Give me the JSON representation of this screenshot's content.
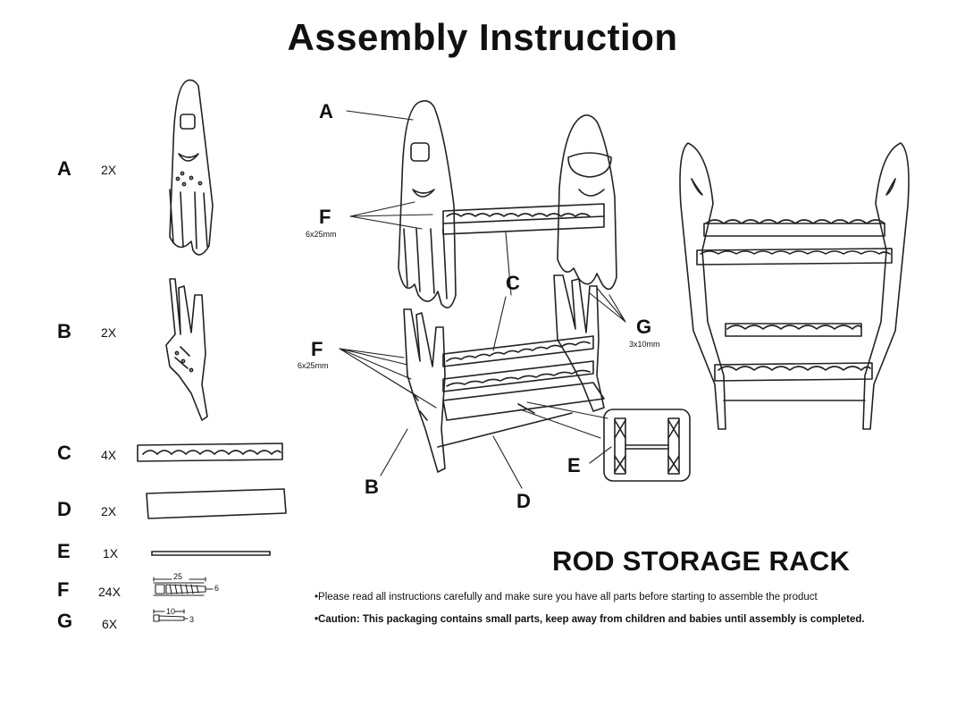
{
  "title": "Assembly Instruction",
  "parts": [
    {
      "letter": "A",
      "qty": "2X"
    },
    {
      "letter": "B",
      "qty": "2X"
    },
    {
      "letter": "C",
      "qty": "4X"
    },
    {
      "letter": "D",
      "qty": "2X"
    },
    {
      "letter": "E",
      "qty": "1X"
    },
    {
      "letter": "F",
      "qty": "24X",
      "dim_length": "25",
      "dim_dia": "6"
    },
    {
      "letter": "G",
      "qty": "6X",
      "dim_length": "10",
      "dim_dia": "3"
    }
  ],
  "callouts": {
    "a": "A",
    "f_top": "F",
    "f_top_size": "6x25mm",
    "c_top": "C",
    "g": "G",
    "g_size": "3x10mm",
    "f_bottom": "F",
    "f_bottom_size": "6x25mm",
    "b": "B",
    "d": "D",
    "e": "E"
  },
  "product_name": "ROD STORAGE RACK",
  "notes": [
    "•Please read all instructions carefully and make sure you have all parts before starting to assemble the product",
    "•Caution: This packaging contains small parts, keep away from children and babies until assembly is completed."
  ]
}
